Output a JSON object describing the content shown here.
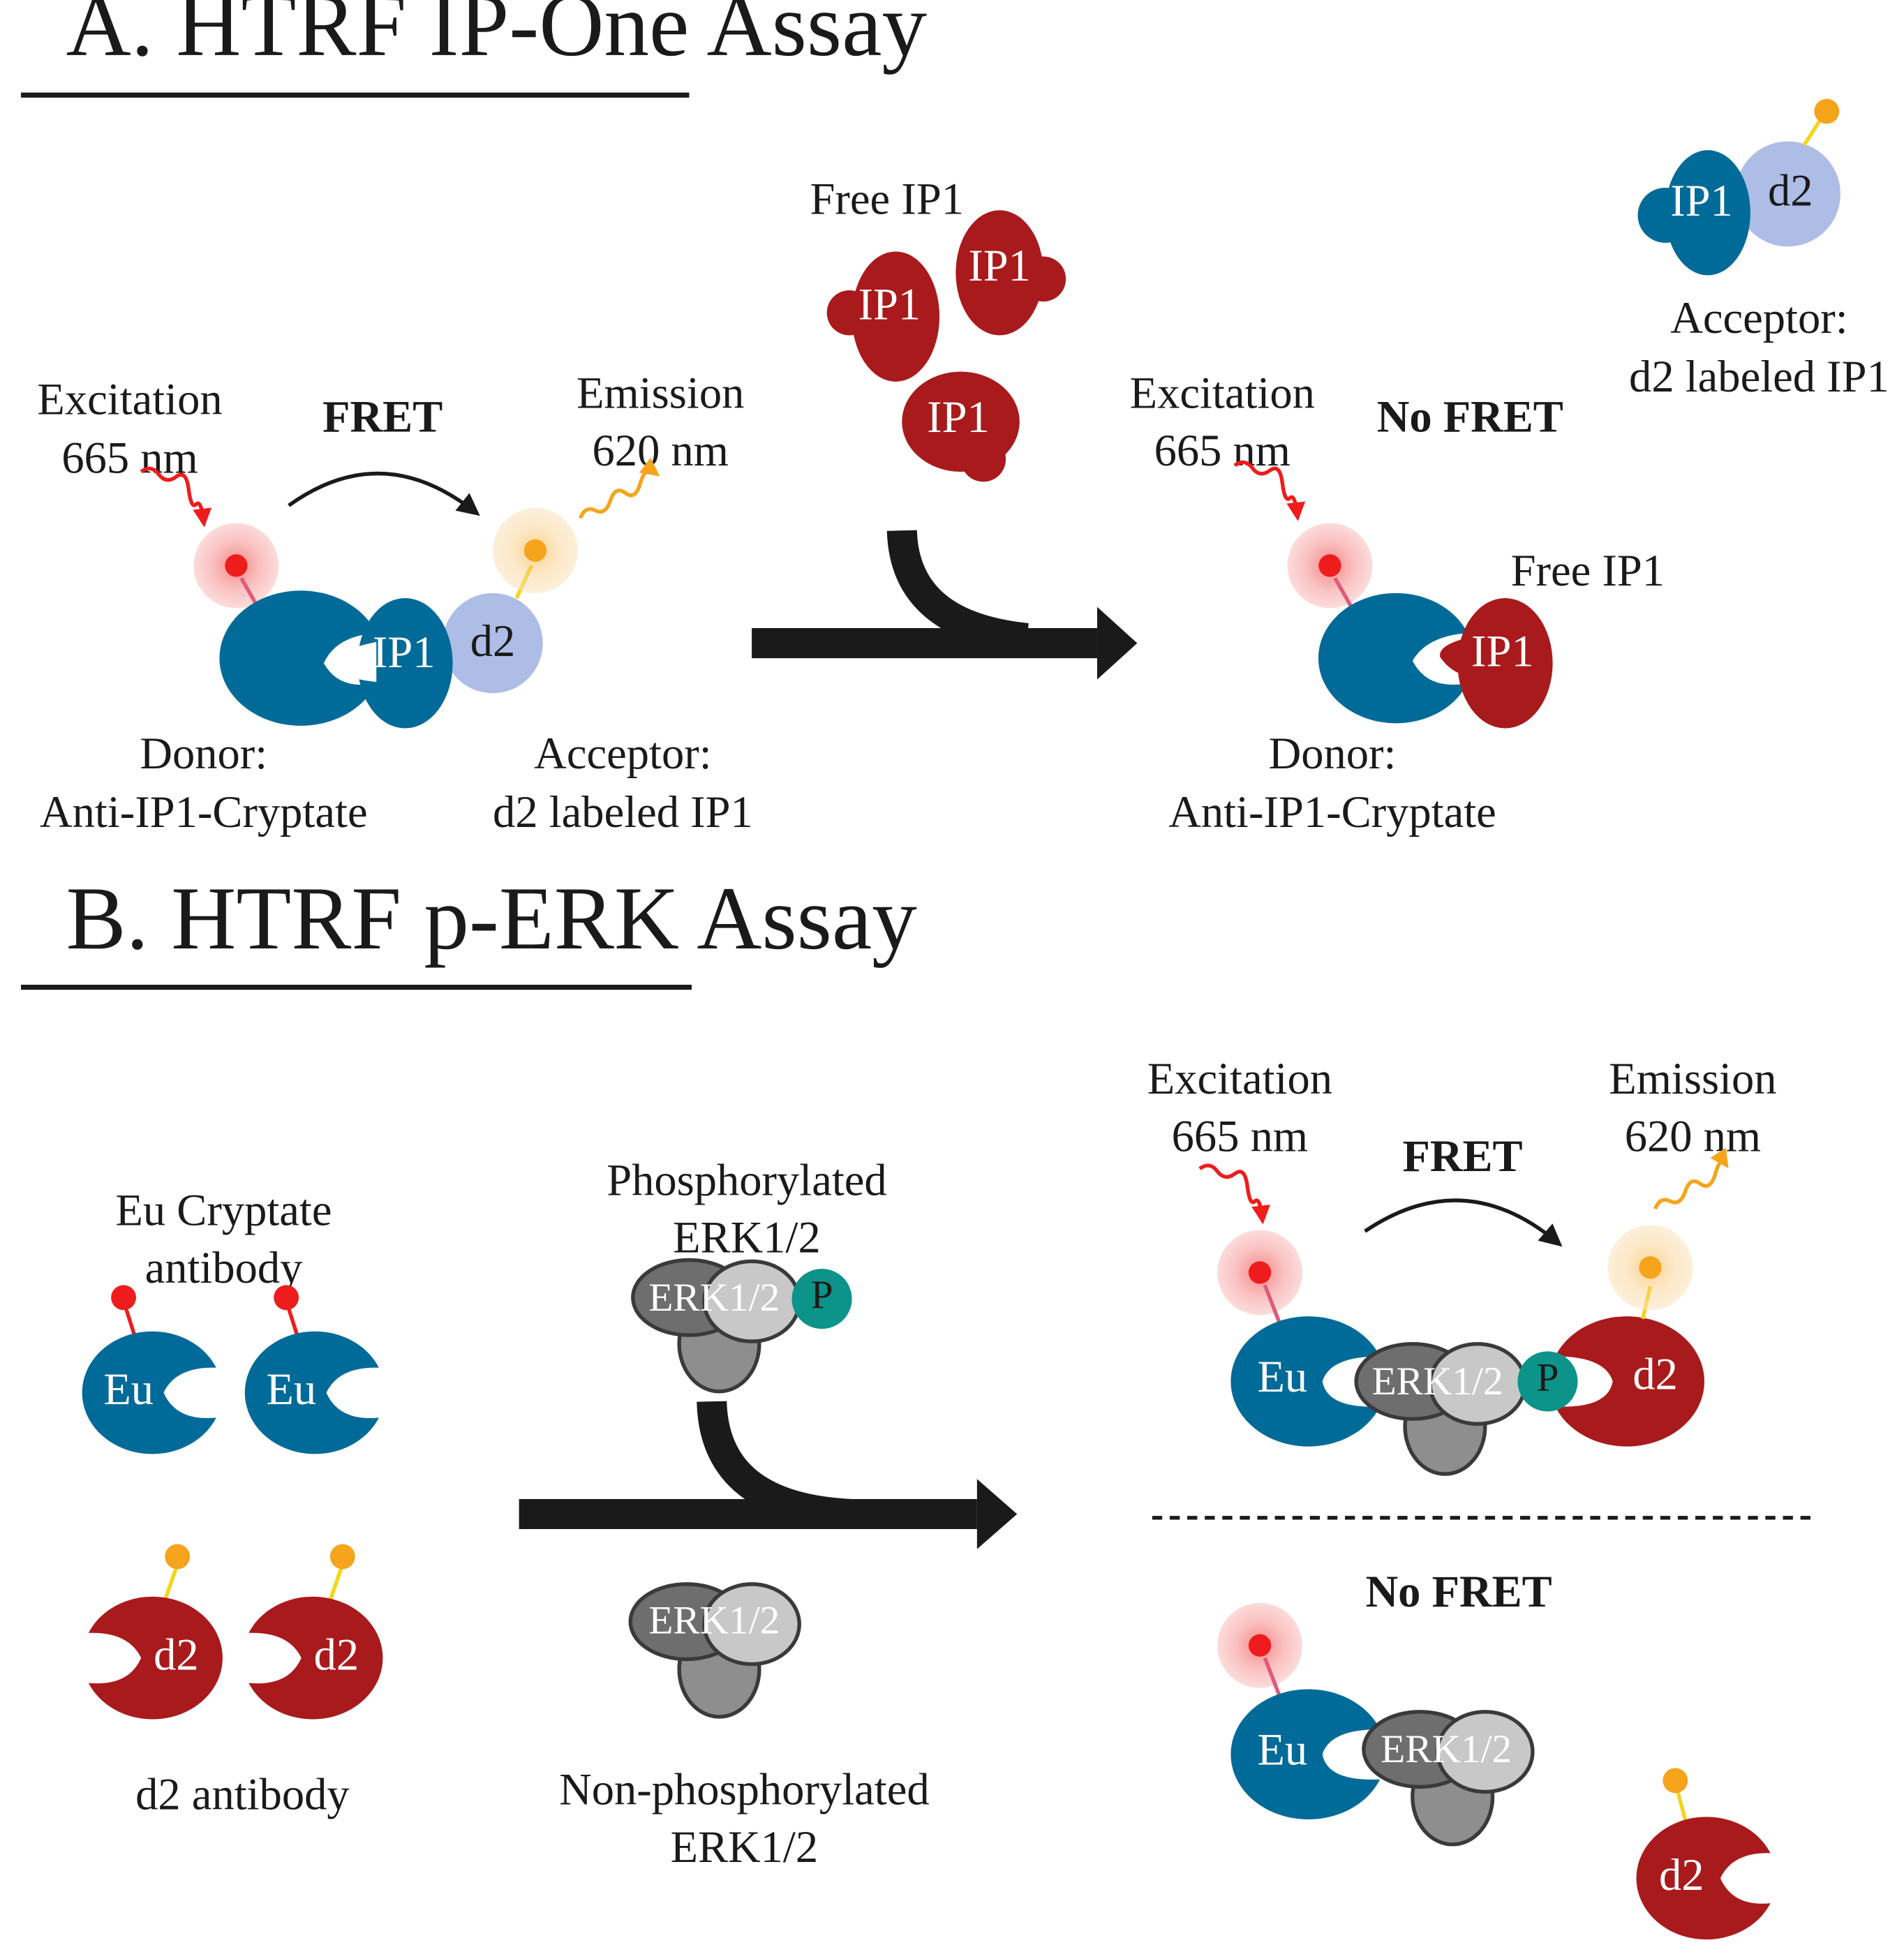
{
  "colors": {
    "donor_blue": "#006a99",
    "acceptor_lavender": "#aebde6",
    "ip1_red": "#a91a1c",
    "excite_red": "#ee1c1c",
    "emit_orange": "#f5a41c",
    "phospho_teal": "#0c938a",
    "erk_dark": "#6e6e6e",
    "erk_light": "#c8c8c8",
    "erk_mid": "#8e8e8e",
    "arrow_black": "#1a1a1a"
  },
  "panel_a": {
    "heading": "A. HTRF IP-One Assay",
    "excitation_line1": "Excitation",
    "excitation_line2": "665 nm",
    "fret_label": "FRET",
    "emission_line1": "Emission",
    "emission_line2": "620 nm",
    "donor_line1": "Donor:",
    "donor_line2": "Anti-IP1-Cryptate",
    "acceptor_line1": "Acceptor:",
    "acceptor_line2": "d2 labeled IP1",
    "free_ip1_top": "Free IP1",
    "ip1": "IP1",
    "d2": "d2",
    "right_excitation_line1": "Excitation",
    "right_excitation_line2": "665 nm",
    "no_fret_label": "No FRET",
    "free_ip1_bound": "Free IP1",
    "right_donor_line1": "Donor:",
    "right_donor_line2": "Anti-IP1-Cryptate",
    "legend_acceptor_line1": "Acceptor:",
    "legend_acceptor_line2": "d2 labeled IP1"
  },
  "panel_b": {
    "heading": "B. HTRF p-ERK Assay",
    "eu_cryptate_line1": "Eu Cryptate",
    "eu_cryptate_line2": "antibody",
    "eu": "Eu",
    "d2": "d2",
    "d2_antibody": "d2 antibody",
    "phospho_line1": "Phosphorylated",
    "phospho_line2": "ERK1/2",
    "erk": "ERK1/2",
    "p": "P",
    "nonphospho_line1": "Non-phosphorylated",
    "nonphospho_line2": "ERK1/2",
    "excitation_line1": "Excitation",
    "excitation_line2": "665 nm",
    "fret_label": "FRET",
    "emission_line1": "Emission",
    "emission_line2": "620 nm",
    "no_fret_label": "No FRET"
  }
}
